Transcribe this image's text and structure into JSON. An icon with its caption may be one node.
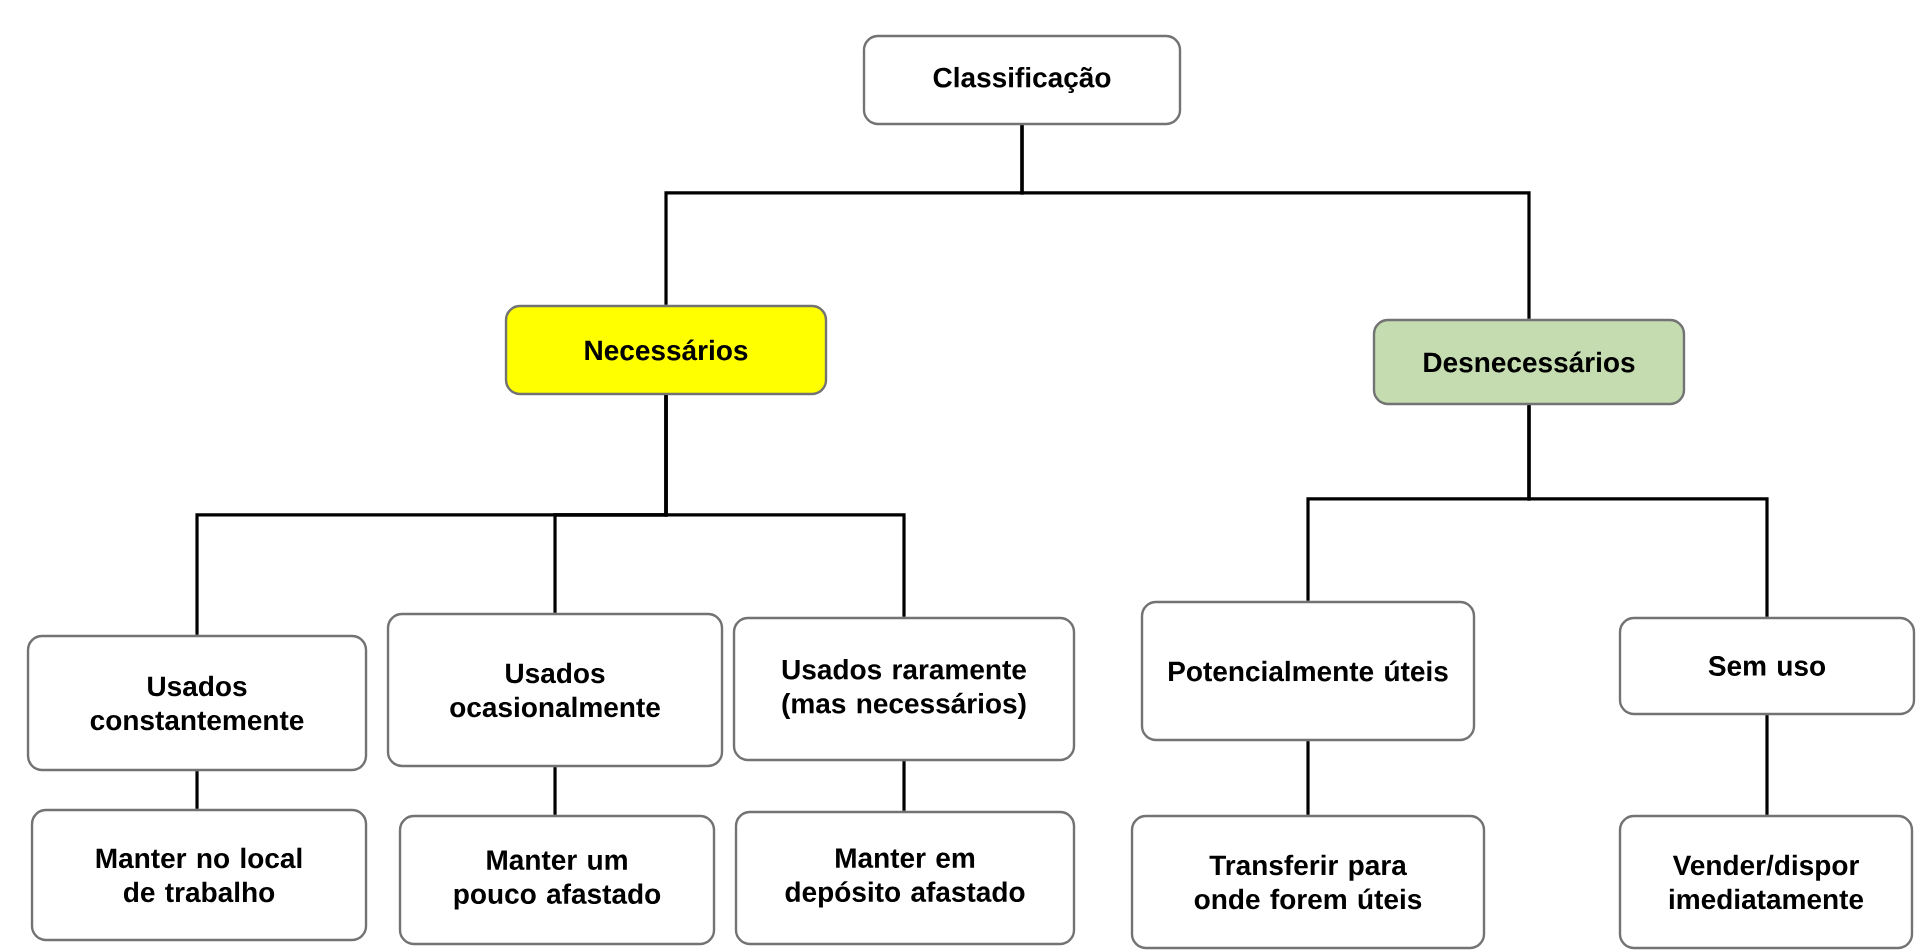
{
  "diagram": {
    "nodes": [
      {
        "text": [
          "Classificação"
        ]
      },
      {
        "text": [
          "Necessários"
        ]
      },
      {
        "text": [
          "Desnecessários"
        ]
      },
      {
        "text": [
          "Usados constantemente"
        ]
      },
      {
        "text": [
          "Usados ocasionalmente"
        ]
      },
      {
        "text": [
          "Usados raramente (mas necessários)"
        ]
      },
      {
        "text": [
          "Potencialmente úteis"
        ]
      },
      {
        "text": [
          "Sem uso"
        ]
      },
      {
        "text": [
          "Manter no local de trabalho"
        ]
      },
      {
        "text": [
          "Manter um pouco afastado"
        ]
      },
      {
        "text": [
          "Manter em depósito afastado"
        ]
      },
      {
        "text": [
          "Transferir para onde forem úteis"
        ]
      },
      {
        "text": [
          "Vender/dispor imediatamente"
        ]
      }
    ],
    "edges": [
      {
        "from": 0,
        "to": 1,
        "arrow": "none"
      },
      {
        "from": 0,
        "to": 2,
        "arrow": "none"
      },
      {
        "from": 1,
        "to": 3,
        "arrow": "none"
      },
      {
        "from": 1,
        "to": 4,
        "arrow": "none"
      },
      {
        "from": 1,
        "to": 5,
        "arrow": "none"
      },
      {
        "from": 2,
        "to": 6,
        "arrow": "none"
      },
      {
        "from": 2,
        "to": 7,
        "arrow": "none"
      },
      {
        "from": 3,
        "to": 8,
        "arrow": "none"
      },
      {
        "from": 4,
        "to": 9,
        "arrow": "none"
      },
      {
        "from": 5,
        "to": 10,
        "arrow": "none"
      },
      {
        "from": 6,
        "to": 11,
        "arrow": "none"
      },
      {
        "from": 7,
        "to": 12,
        "arrow": "none"
      }
    ]
  }
}
